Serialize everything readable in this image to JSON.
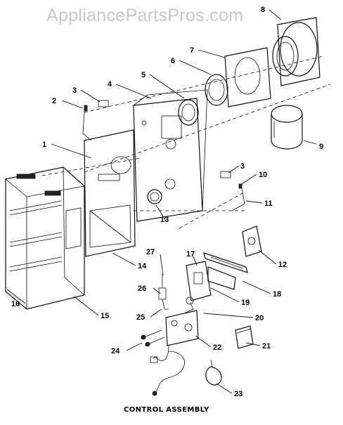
{
  "watermark": "AppliancePartsPros.com",
  "caption": "CONTROL ASSEMBLY",
  "callouts": [
    "1",
    "2",
    "3",
    "3",
    "4",
    "5",
    "6",
    "7",
    "8",
    "9",
    "10",
    "11",
    "12",
    "13",
    "14",
    "15",
    "16",
    "17",
    "18",
    "19",
    "20",
    "21",
    "22",
    "23",
    "24",
    "25",
    "26",
    "27"
  ]
}
